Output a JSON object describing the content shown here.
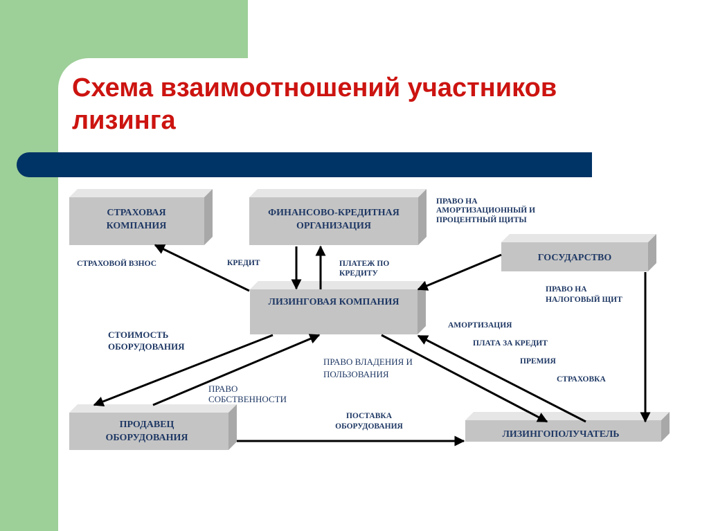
{
  "slide": {
    "title_line1": "Схема взаимоотношений участников",
    "title_line2": "лизинга"
  },
  "nodes": {
    "insurance": {
      "line1": "СТРАХОВАЯ",
      "line2": "КОМПАНИЯ"
    },
    "finance": {
      "line1": "ФИНАНСОВО-КРЕДИТНАЯ",
      "line2": "ОРГАНИЗАЦИЯ"
    },
    "state": {
      "line1": "ГОСУДАРСТВО"
    },
    "leasing_company": {
      "line1": "ЛИЗИНГОВАЯ КОМПАНИЯ"
    },
    "seller": {
      "line1": "ПРОДАВЕЦ",
      "line2": "ОБОРУДОВАНИЯ"
    },
    "lessee": {
      "line1": "ЛИЗИНГОПОЛУЧАТЕЛЬ"
    }
  },
  "labels": {
    "amort_shield": [
      "ПРАВО НА",
      "АМОРТИЗАЦИОННЫЙ И",
      "ПРОЦЕНТНЫЙ ЩИТЫ"
    ],
    "insurance_fee": "СТРАХОВОЙ ВЗНОС",
    "credit": "КРЕДИТ",
    "loan_payment": [
      "ПЛАТЕЖ ПО",
      "КРЕДИТУ"
    ],
    "tax_shield": [
      "ПРАВО НА",
      "НАЛОГОВЫЙ ЩИТ"
    ],
    "equipment_cost": [
      "СТОИМОСТЬ",
      "ОБОРУДОВАНИЯ"
    ],
    "depreciation": "АМОРТИЗАЦИЯ",
    "credit_fee": "ПЛАТА ЗА КРЕДИТ",
    "premium": "ПРЕМИЯ",
    "insurance": "СТРАХОВКА",
    "possession_right": [
      "ПРАВО ВЛАДЕНИЯ И",
      "ПОЛЬЗОВАНИЯ"
    ],
    "ownership_right": [
      "ПРАВО",
      "СОБСТВЕННОСТИ"
    ],
    "equipment_supply": [
      "ПОСТАВКА",
      "ОБОРУДОВАНИЯ"
    ]
  }
}
